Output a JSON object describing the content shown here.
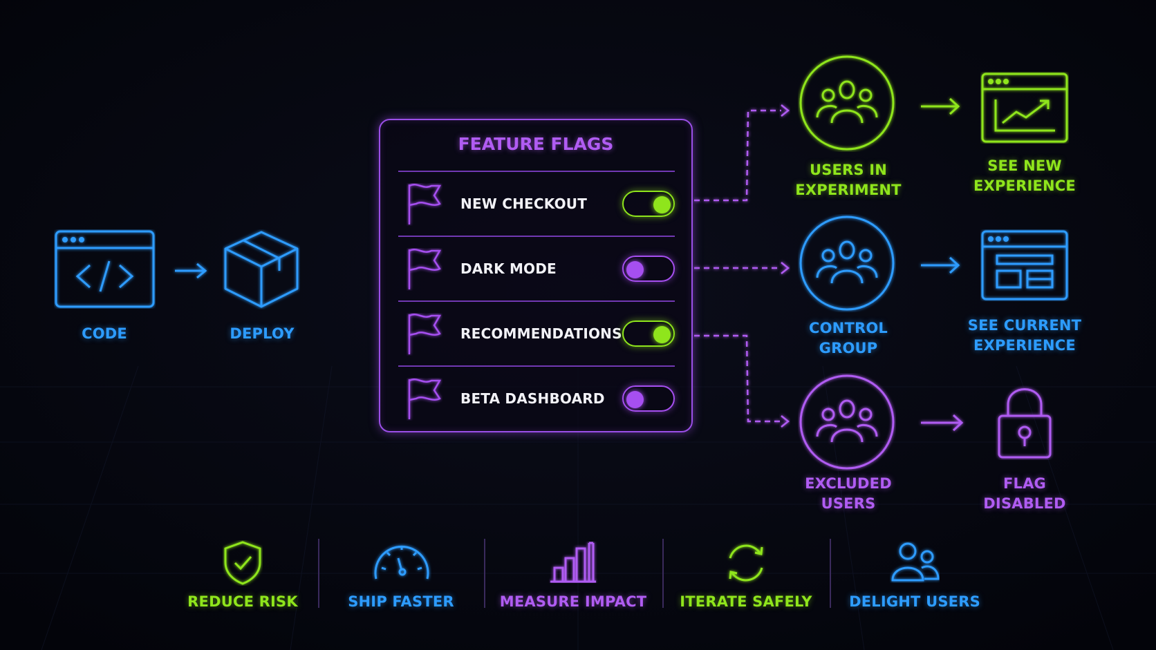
{
  "colors": {
    "blue": "#2d9cff",
    "green": "#8fe51c",
    "purple": "#b05cf2",
    "background": "#05060c"
  },
  "pipeline": {
    "code_label": "CODE",
    "deploy_label": "DEPLOY"
  },
  "panel": {
    "title": "FEATURE FLAGS",
    "flags": [
      {
        "name": "NEW CHECKOUT",
        "enabled": true
      },
      {
        "name": "DARK MODE",
        "enabled": false
      },
      {
        "name": "RECOMMENDATIONS",
        "enabled": true
      },
      {
        "name": "BETA DASHBOARD",
        "enabled": false
      }
    ]
  },
  "segments": [
    {
      "line1": "USERS IN",
      "line2": "EXPERIMENT",
      "icon": "users-group-icon",
      "color": "green"
    },
    {
      "line1": "CONTROL",
      "line2": "GROUP",
      "icon": "users-group-icon",
      "color": "blue"
    },
    {
      "line1": "EXCLUDED",
      "line2": "USERS",
      "icon": "users-group-icon",
      "color": "purple"
    }
  ],
  "outcomes": [
    {
      "line1": "SEE NEW",
      "line2": "EXPERIENCE",
      "icon": "chart-window-icon",
      "color": "green"
    },
    {
      "line1": "SEE CURRENT",
      "line2": "EXPERIENCE",
      "icon": "layout-window-icon",
      "color": "blue"
    },
    {
      "line1": "FLAG",
      "line2": "DISABLED",
      "icon": "lock-icon",
      "color": "purple"
    }
  ],
  "benefits": [
    {
      "label": "REDUCE RISK",
      "icon": "shield-check-icon",
      "color": "green"
    },
    {
      "label": "SHIP FASTER",
      "icon": "speedometer-icon",
      "color": "blue"
    },
    {
      "label": "MEASURE IMPACT",
      "icon": "bar-chart-icon",
      "color": "purple"
    },
    {
      "label": "ITERATE SAFELY",
      "icon": "refresh-icon",
      "color": "green"
    },
    {
      "label": "DELIGHT USERS",
      "icon": "users-icon",
      "color": "blue"
    }
  ]
}
